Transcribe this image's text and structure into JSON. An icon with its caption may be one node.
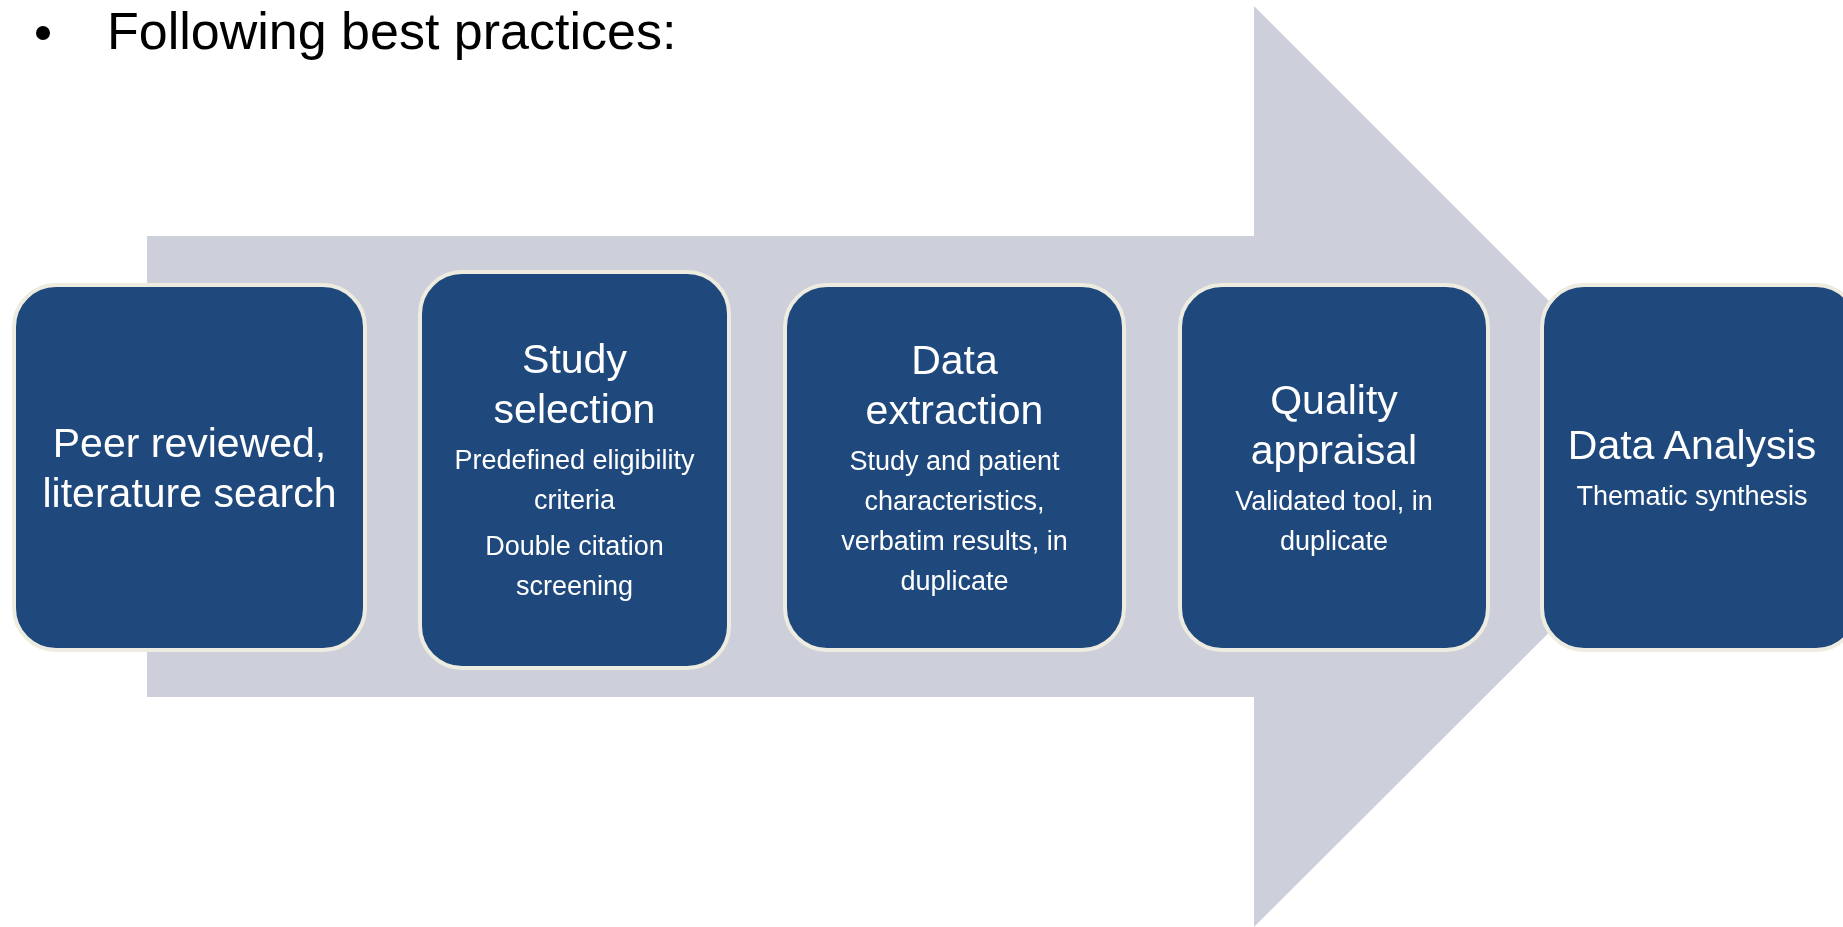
{
  "diagram": {
    "title": "Following best practices:",
    "nodes": [
      {
        "text": [
          "Peer reviewed, literature search"
        ]
      },
      {
        "text": [
          "Study selection",
          "Predefined eligibility criteria",
          "Double citation screening"
        ]
      },
      {
        "text": [
          "Data extraction",
          "Study and patient characteristics, verbatim results, in duplicate"
        ]
      },
      {
        "text": [
          "Quality appraisal",
          "Validated tool, in duplicate"
        ]
      },
      {
        "text": [
          "Data Analysis",
          "Thematic synthesis"
        ]
      }
    ],
    "edges": [
      {
        "from": 0,
        "to": 4,
        "arrow": "to",
        "style": "thick"
      }
    ]
  }
}
